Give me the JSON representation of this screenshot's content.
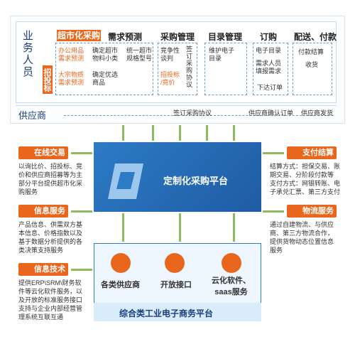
{
  "colors": {
    "orange": "#e8671d",
    "blue": "#2d7bc5",
    "green": "#8dbb5d",
    "darkblue": "#1a3e7a"
  },
  "roles": {
    "business": "业务人员",
    "supplier": "供应商",
    "bidding": "招投标"
  },
  "flow": {
    "supermarket": "超市化采购",
    "demand": "需求预测",
    "procurement_mgmt": "采购管理",
    "catalog_mgmt": "目录管理",
    "order": "订购",
    "delivery_pay": "配送、付款",
    "office_demand": "办公用品\n需求预测",
    "confirm_category": "确定超市\n物料小类",
    "unified_spec": "统一超市\n规格型号",
    "bulk_demand": "大宗物质\n需求预测",
    "confirm_goods": "确定优选\n商品",
    "competitive": "竞争性\n谈判",
    "bid_price": "招投标\n/竞价",
    "sign_agreement_v": "签\n订\n采\n购\n协\n议",
    "maintain_catalog": "维护电子\n目录",
    "e_catalog": "电子目录",
    "fill_demand": "需求人员\n填报需求",
    "place_order": "下达订单",
    "pay_settle": "付款结算",
    "receive": "收货",
    "supplier_sign": "签订采购协议",
    "supplier_confirm": "供应商确认订单",
    "supplier_ship": "供应商发货"
  },
  "platform": {
    "title": "定制化采购平台",
    "bottom_title": "综合类工业电子商务平台",
    "features": [
      {
        "label": "各类供应商",
        "icon": "link-icon"
      },
      {
        "label": "开放接口",
        "icon": "plug-icon"
      },
      {
        "label": "云化软件、\nsaas服务",
        "icon": "monitor-icon"
      }
    ]
  },
  "left": {
    "online": {
      "title": "在线交易",
      "lines": [
        "以询比价、招投标、竞",
        "价和供应商招募等为主",
        "部分平台提供超市化采",
        "购服务"
      ]
    },
    "info": {
      "title": "信息服务",
      "lines": [
        "产品信息、供需双方基",
        "本信息、价格指数以及",
        "基于数据分析提供的各",
        "类决策支持服务"
      ]
    },
    "tech": {
      "title": "信息技术",
      "lines": [
        "提供ERP\\SRM\\财务软",
        "件等云化软件服务，以",
        "及开放的标准服务接口",
        "支持与企业内部经营管",
        "理系统互联互通"
      ]
    }
  },
  "right": {
    "pay": {
      "title": "支付结算",
      "lines": [
        "结算方式：担保交易、账",
        "期交易、分阶段付款等",
        "支付方式：网银转账、电",
        "子承兑汇票、第三方支付"
      ]
    },
    "logistics": {
      "title": "物流服务",
      "lines": [
        "通过自建物流、与供应",
        "商、第三方物流合作，",
        "提供货物动态位置信息",
        "服务"
      ]
    }
  }
}
